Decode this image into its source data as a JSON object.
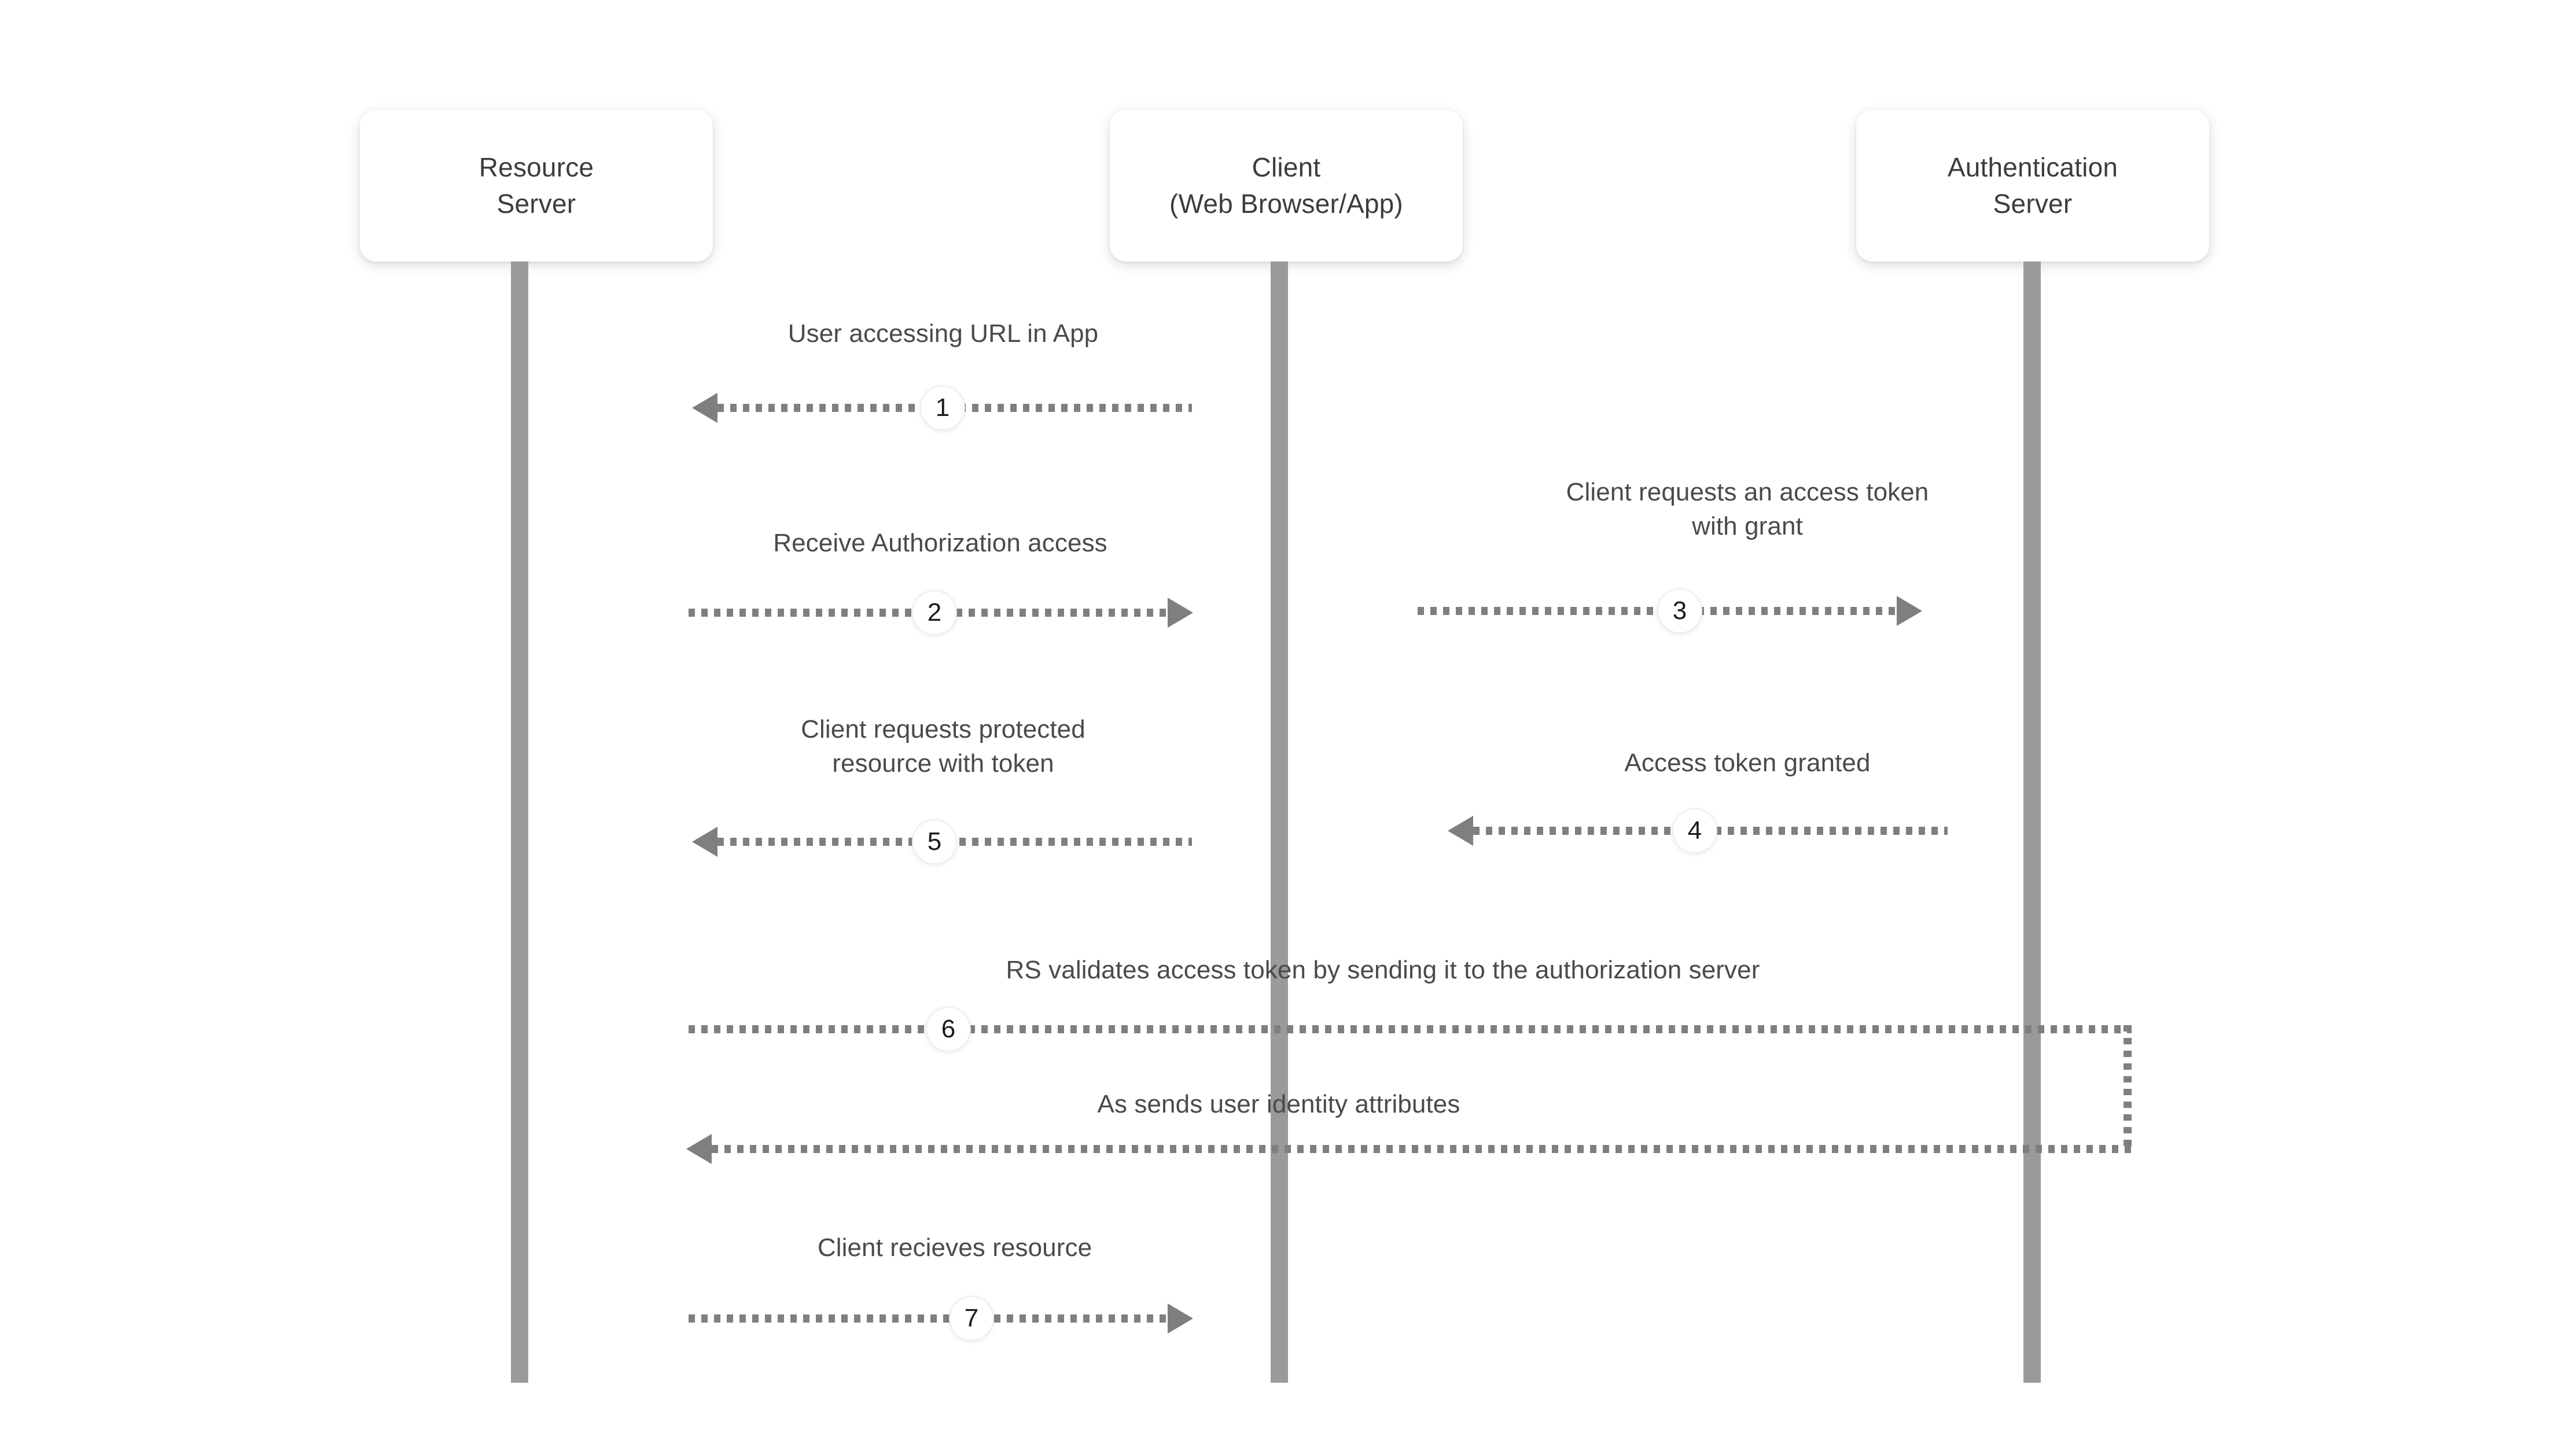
{
  "diagram": {
    "type": "sequence-diagram",
    "title": "OAuth / token validation sequence",
    "background": "#ffffff",
    "colors": {
      "lifeline": "#9a9a9a",
      "arrow": "#7f7f7f",
      "label_text": "#4a4a4a",
      "participant_text": "#3c3c3c",
      "badge_text": "#1b1b1b",
      "box_background": "#ffffff"
    }
  },
  "participants": [
    {
      "id": "resource-server",
      "label": "Resource\nServer"
    },
    {
      "id": "client",
      "label": "Client\n(Web Browser/App)"
    },
    {
      "id": "authentication-server",
      "label": "Authentication\nServer"
    }
  ],
  "messages": [
    {
      "step": "1",
      "label": "User accessing URL in App",
      "from": "client",
      "to": "resource-server",
      "direction": "left"
    },
    {
      "step": "2",
      "label": "Receive Authorization access",
      "from": "resource-server",
      "to": "client",
      "direction": "right"
    },
    {
      "step": "3",
      "label": "Client requests an access token\nwith grant",
      "from": "client",
      "to": "authentication-server",
      "direction": "right"
    },
    {
      "step": "4",
      "label": "Access token granted",
      "from": "authentication-server",
      "to": "client",
      "direction": "left"
    },
    {
      "step": "5",
      "label": "Client requests protected\nresource with token",
      "from": "client",
      "to": "resource-server",
      "direction": "left"
    },
    {
      "step": "6",
      "label": "RS validates access token by sending it to the authorization server",
      "from": "resource-server",
      "to": "authentication-server",
      "direction": "right-uturn"
    },
    {
      "step": "",
      "label": "As sends user identity attributes",
      "from": "authentication-server",
      "to": "resource-server",
      "direction": "left"
    },
    {
      "step": "7",
      "label": "Client recieves resource",
      "from": "resource-server",
      "to": "client",
      "direction": "right"
    }
  ]
}
